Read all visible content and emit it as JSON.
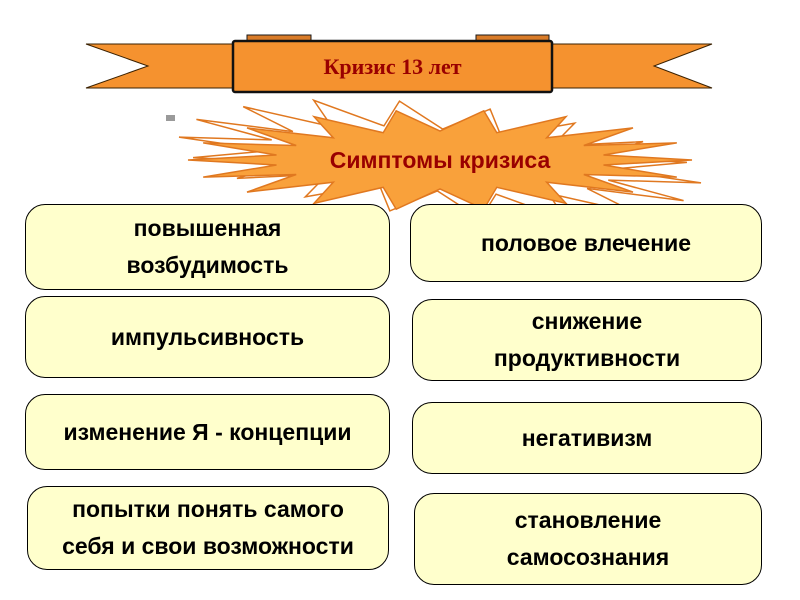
{
  "banner": {
    "title": "Кризис 13 лет"
  },
  "burst": {
    "label": "Симптомы кризиса"
  },
  "columns": {
    "left": [
      {
        "text": "повышенная\nвозбудимость"
      },
      {
        "text": "импульсивность"
      },
      {
        "text": "изменение Я - концепции"
      },
      {
        "text": "попытки понять самого\nсебя и свои возможности"
      }
    ],
    "right": [
      {
        "text": "половое влечение"
      },
      {
        "text": "снижение\nпродуктивности"
      },
      {
        "text": "негативизм"
      },
      {
        "text": "становление\nсамосознания"
      }
    ]
  },
  "colors": {
    "ribbon_orange": "#F5922F",
    "ribbon_fold": "#D97B28",
    "burst_fill": "#F9A13B",
    "burst_stroke": "#E07820",
    "box_fill": "#FFFFCC",
    "box_border": "#000000",
    "title_red": "#990000",
    "text_black": "#000000"
  }
}
